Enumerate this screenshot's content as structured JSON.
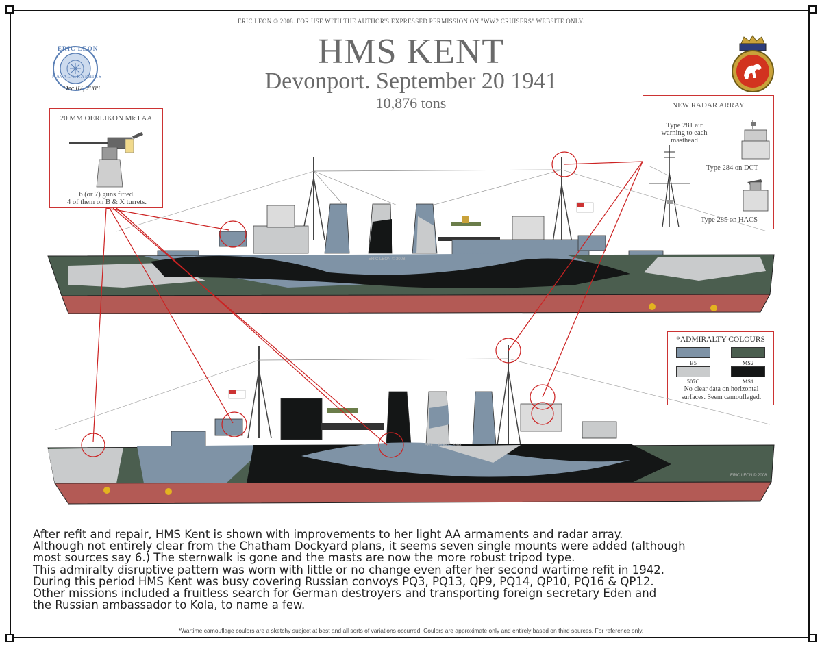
{
  "header": {
    "copyright": "ERIC LEON © 2008. FOR USE WITH THE AUTHOR'S EXPRESSED PERMISSION ON \"WW2 CRUISERS\" WEBSITE ONLY.",
    "title": "HMS KENT",
    "subtitle": "Devonport. September 20 1941",
    "tonnage": "10,876 tons"
  },
  "stamp": {
    "top_text": "ERIC LEON",
    "bottom_text": "NAVAL GRAPHICS",
    "date": "Dec 07, 2008"
  },
  "oerlikon_box": {
    "title": "20 MM OERLIKON Mk I AA",
    "caption_line1": "6 (or 7) guns fitted.",
    "caption_line2": "4 of them on B & X turrets."
  },
  "radar_box": {
    "title": "NEW RADAR ARRAY",
    "type281_line1": "Type 281 air",
    "type281_line2": "warning to each",
    "type281_line3": "masthead",
    "type284": "Type 284 on DCT",
    "type285": "Type 285 on HACS"
  },
  "colours_box": {
    "title": "*ADMIRALTY COLOURS",
    "swatches": [
      {
        "label": "B5",
        "color": "#7f93a6"
      },
      {
        "label": "MS2",
        "color": "#4b5e4f"
      },
      {
        "label": "507C",
        "color": "#c9cbcc"
      },
      {
        "label": "MS1",
        "color": "#141616"
      }
    ],
    "note_line1": "No clear data on horizontal",
    "note_line2": "surfaces. Seem camouflaged."
  },
  "ship_watermarks": {
    "starboard": "ERIC LEON © 2008",
    "port_mid": "ERIC LEON © 2008",
    "port_stern": "ERIC LEON © 2008"
  },
  "description": [
    "After refit and repair, HMS Kent is shown with improvements to her light AA armaments and radar array.",
    "Although not entirely clear from the Chatham Dockyard plans, it seems seven single mounts were added (although",
    "most sources say 6.) The sternwalk is gone and the masts are now the more robust tripod type.",
    "This admiralty disruptive pattern was worn with little or no change even after her second wartime refit in 1942.",
    "During this period HMS Kent was busy covering Russian convoys PQ3, PQ13, QP9, PQ14, QP10, PQ16 & QP12.",
    "Other missions included a fruitless search for German destroyers and transporting foreign secretary Eden and",
    "the Russian ambassador to Kola, to name a few."
  ],
  "footnote": "*Wartime camouflage coulors are a sketchy subject at best and all sorts of variations occurred. Coulors are approximate only and entirely based on third sources. For reference only.",
  "colors": {
    "hull_red": "#b35a55",
    "callout_red": "#cc2222",
    "title_gray": "#6a6a6a"
  }
}
